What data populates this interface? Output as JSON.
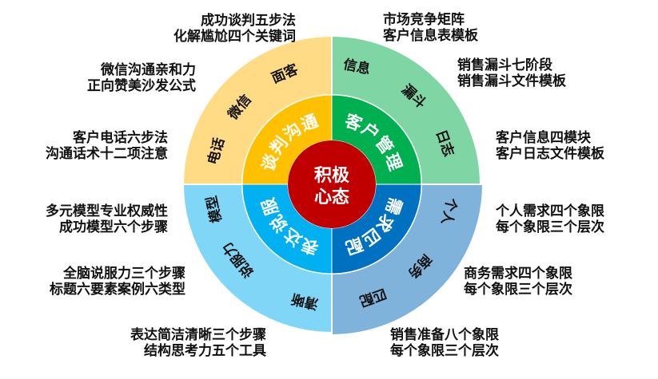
{
  "center": {
    "line1": "积极",
    "line2": "心态",
    "color": "#C00000"
  },
  "quadrants": [
    {
      "id": "negotiation",
      "title": "谈判沟通",
      "inner_color": "#FFC000",
      "outer_color": "#FFDB85",
      "title_color": "#FFFFFF",
      "words": [
        "电话",
        "微信",
        "面客"
      ]
    },
    {
      "id": "customer-management",
      "title": "客户管理",
      "inner_color": "#00B050",
      "outer_color": "#80D5A5",
      "title_color": "#FFFFFF",
      "words": [
        "信息",
        "漏斗",
        "日志"
      ]
    },
    {
      "id": "needs-matching",
      "title": "需求匹配",
      "inner_color": "#0070C0",
      "outer_color": "#80B3DC",
      "title_color": "#FFFFFF",
      "words": [
        "个人",
        "商务",
        "匹配"
      ]
    },
    {
      "id": "expression-persuasion",
      "title": "表达说服",
      "inner_color": "#00B0F0",
      "outer_color": "#80D6F7",
      "title_color": "#FFFFFF",
      "words": [
        "清晰",
        "说服力",
        "模型"
      ]
    }
  ],
  "labels": {
    "left": [
      [
        "成功谈判五步法",
        "化解尴尬四个关键词"
      ],
      [
        "微信沟通亲和力",
        "正向赞美沙发公式"
      ],
      [
        "客户电话六步法",
        "沟通话术十二项注意"
      ],
      [
        "多元模型专业权威性",
        "成功模型六个步骤"
      ],
      [
        "全脑说服力三个步骤",
        "标题六要素案例六类型"
      ],
      [
        "表达简洁清晰三个步骤",
        "结构思考力五个工具"
      ]
    ],
    "right": [
      [
        "市场竞争矩阵",
        "客户信息表模板"
      ],
      [
        "销售漏斗七阶段",
        "销售漏斗文件模板"
      ],
      [
        "客户信息四模块",
        "客户日志文件模板"
      ],
      [
        "个人需求四个象限",
        "每个象限三个层次"
      ],
      [
        "商务需求四个象限",
        "每个象限三个层次"
      ],
      [
        "销售准备八个象限",
        "每个象限三个层次"
      ]
    ]
  }
}
